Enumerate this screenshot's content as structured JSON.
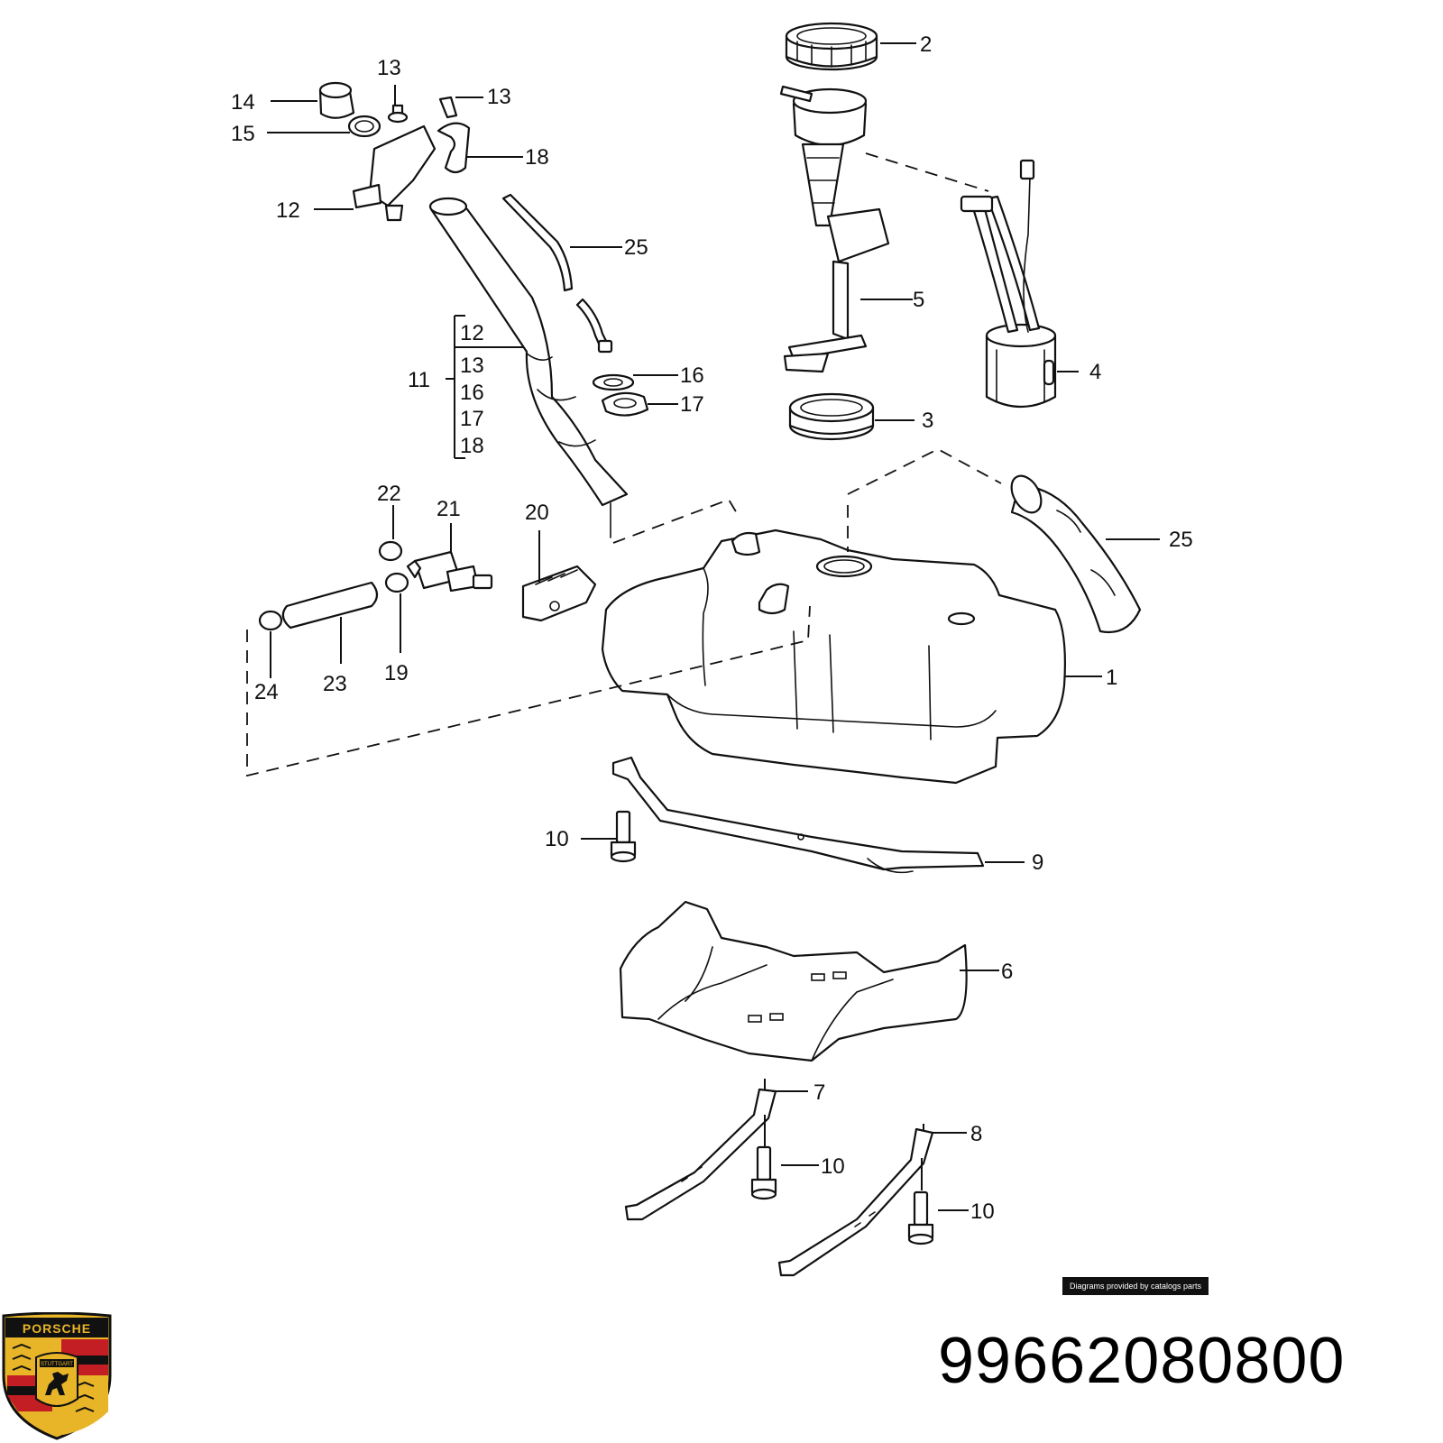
{
  "diagram": {
    "callouts": [
      {
        "id": "c2",
        "text": "2"
      },
      {
        "id": "c14",
        "text": "14"
      },
      {
        "id": "c13a",
        "text": "13"
      },
      {
        "id": "c13b",
        "text": "13"
      },
      {
        "id": "c15",
        "text": "15"
      },
      {
        "id": "c18",
        "text": "18"
      },
      {
        "id": "c12",
        "text": "12"
      },
      {
        "id": "c25a",
        "text": "25"
      },
      {
        "id": "c5",
        "text": "5"
      },
      {
        "id": "c4",
        "text": "4"
      },
      {
        "id": "c16",
        "text": "16"
      },
      {
        "id": "c17",
        "text": "17"
      },
      {
        "id": "c3",
        "text": "3"
      },
      {
        "id": "c11",
        "text": "11"
      },
      {
        "id": "c22",
        "text": "22"
      },
      {
        "id": "c21",
        "text": "21"
      },
      {
        "id": "c20",
        "text": "20"
      },
      {
        "id": "c25b",
        "text": "25"
      },
      {
        "id": "c1",
        "text": "1"
      },
      {
        "id": "c24",
        "text": "24"
      },
      {
        "id": "c23",
        "text": "23"
      },
      {
        "id": "c19",
        "text": "19"
      },
      {
        "id": "c10a",
        "text": "10"
      },
      {
        "id": "c9",
        "text": "9"
      },
      {
        "id": "c6",
        "text": "6"
      },
      {
        "id": "c7",
        "text": "7"
      },
      {
        "id": "c8",
        "text": "8"
      },
      {
        "id": "c10b",
        "text": "10"
      },
      {
        "id": "c10c",
        "text": "10"
      }
    ],
    "group_11_items": [
      "12",
      "13",
      "16",
      "17",
      "18"
    ]
  },
  "credit": "Diagrams provided by catalogs parts",
  "part_number": "99662080800",
  "logo": {
    "text": "PORSCHE",
    "city": "STUTTGART",
    "colors": {
      "gold": "#e8b428",
      "red": "#c41e25",
      "black": "#111111"
    }
  }
}
